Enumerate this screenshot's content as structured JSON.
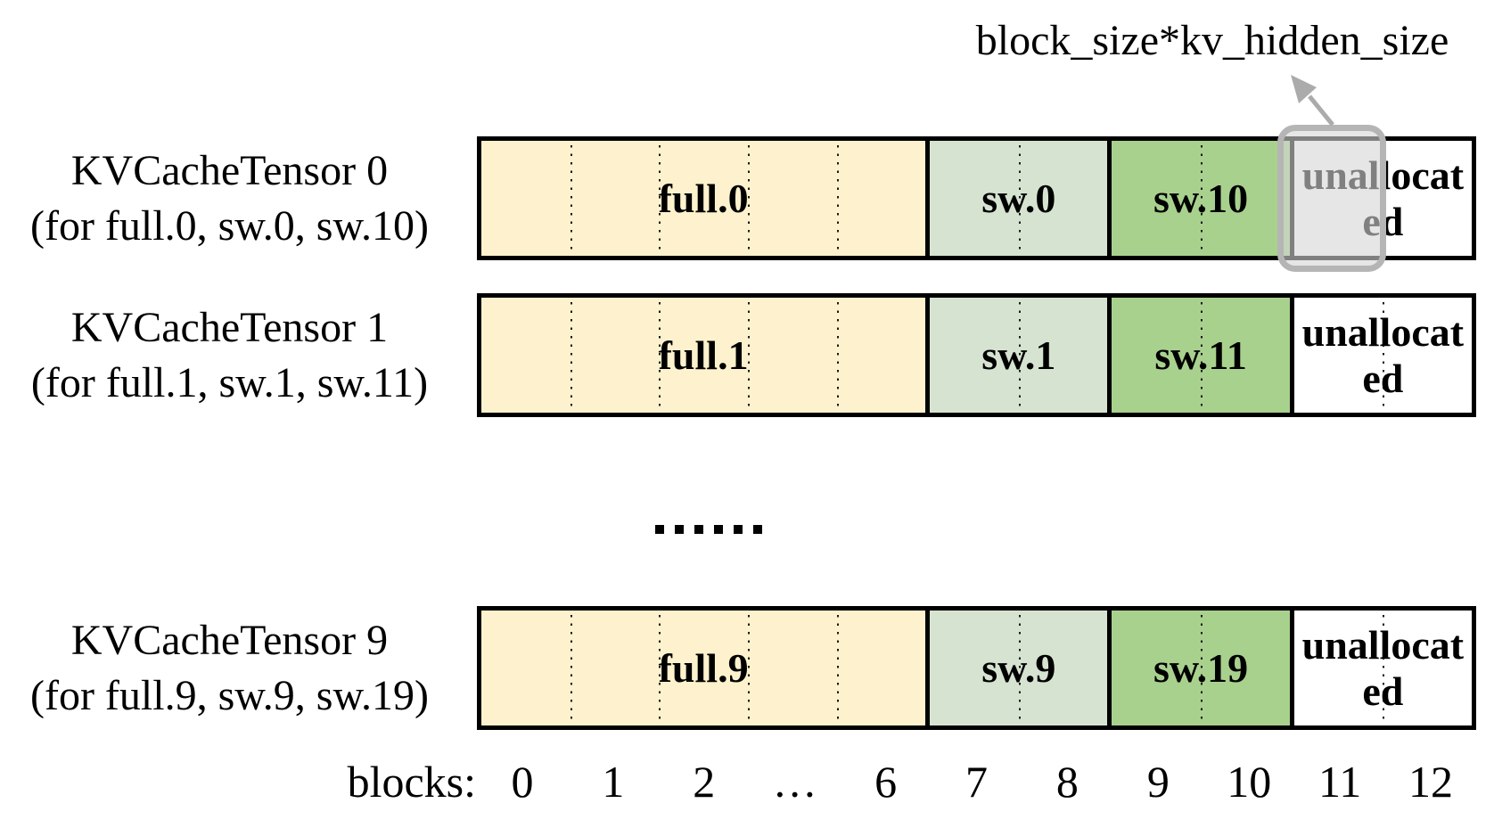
{
  "annotation": {
    "label": "block_size*kv_hidden_size",
    "highlighted_block": "11"
  },
  "rows": [
    {
      "title": "KVCacheTensor 0",
      "subtitle": "(for full.0, sw.0, sw.10)",
      "sections": [
        {
          "label": "full.0",
          "type": "full",
          "cells": 5
        },
        {
          "label": "sw.0",
          "type": "sw_light",
          "cells": 2
        },
        {
          "label": "sw.10",
          "type": "sw_dark",
          "cells": 2
        },
        {
          "label": "unallocated",
          "type": "unallocated",
          "cells": 2
        }
      ]
    },
    {
      "title": "KVCacheTensor 1",
      "subtitle": "(for full.1, sw.1, sw.11)",
      "sections": [
        {
          "label": "full.1",
          "type": "full",
          "cells": 5
        },
        {
          "label": "sw.1",
          "type": "sw_light",
          "cells": 2
        },
        {
          "label": "sw.11",
          "type": "sw_dark",
          "cells": 2
        },
        {
          "label": "unallocated",
          "type": "unallocated",
          "cells": 2
        }
      ]
    },
    {
      "title": "KVCacheTensor 9",
      "subtitle": "(for full.9, sw.9, sw.19)",
      "sections": [
        {
          "label": "full.9",
          "type": "full",
          "cells": 5
        },
        {
          "label": "sw.9",
          "type": "sw_dark2",
          "cells": 2
        },
        {
          "label": "sw.19",
          "type": "sw_dark",
          "cells": 2
        },
        {
          "label": "unallocated",
          "type": "unallocated",
          "cells": 2
        }
      ]
    }
  ],
  "separator": "......",
  "axis": {
    "label": "blocks:",
    "ticks": [
      "0",
      "1",
      "2",
      "…",
      "6",
      "7",
      "8",
      "9",
      "10",
      "11",
      "12"
    ]
  },
  "colors": {
    "full": "#FDF2CD",
    "sw_light": "#D6E3D1",
    "sw_dark2": "#D6E3D1",
    "sw_dark": "#A9D18E",
    "unallocated": "#FFFFFF",
    "highlight_fill": "#D5D5D5",
    "highlight_border": "#B5B5B5",
    "arrow": "#ABABAB",
    "border": "#000000"
  }
}
